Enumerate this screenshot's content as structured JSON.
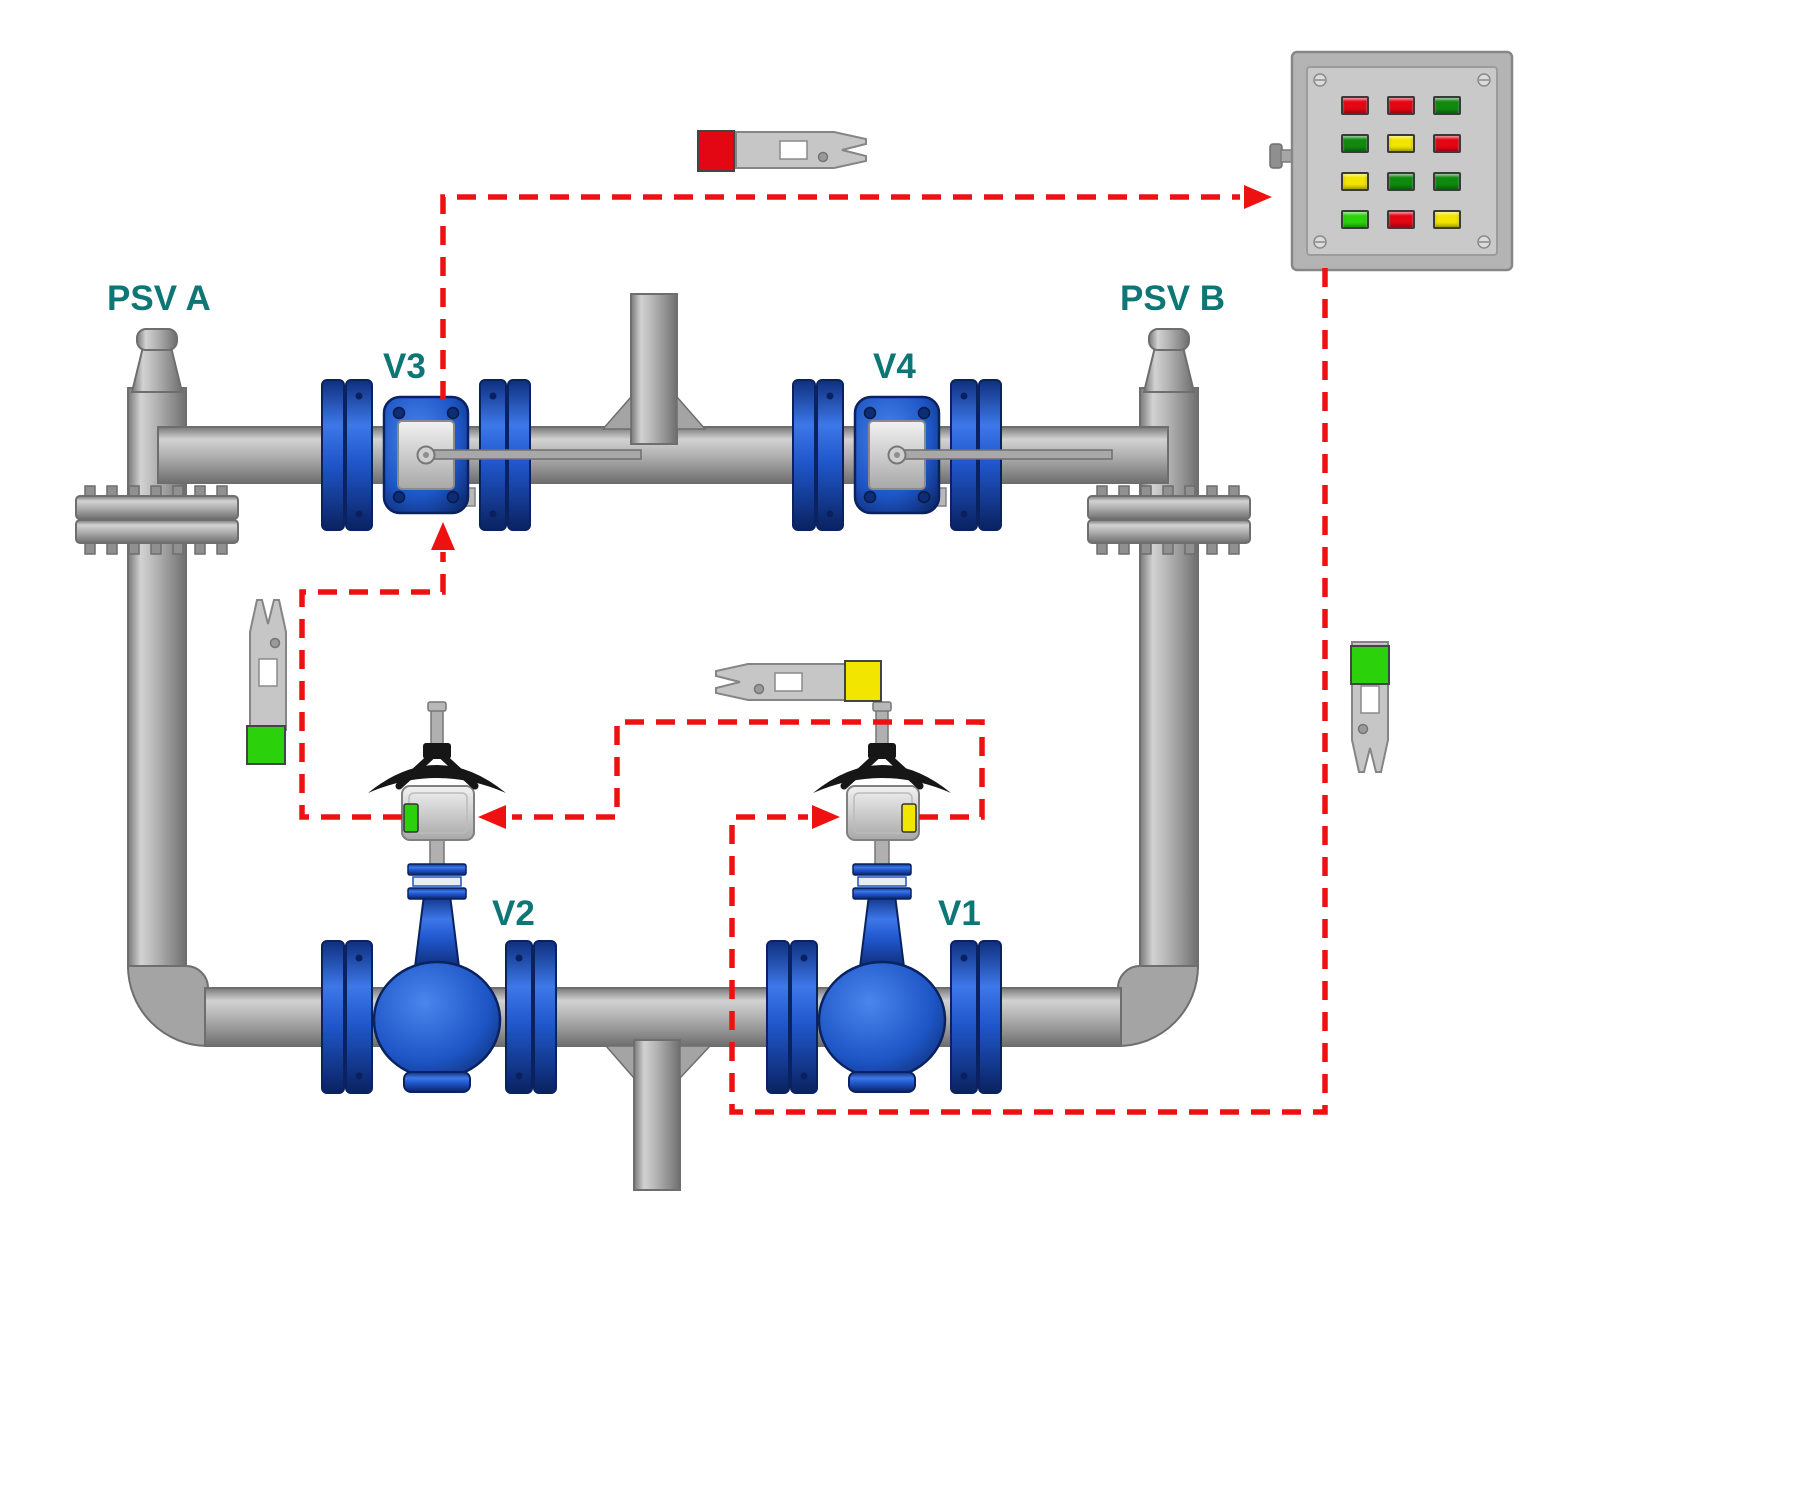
{
  "labels": {
    "psv_a": "PSV A",
    "psv_b": "PSV B",
    "v1": "V1",
    "v2": "V2",
    "v3": "V3",
    "v4": "V4"
  },
  "colors": {
    "pipe": "#a8a8a8",
    "pipe_edge": "#6e6e6e",
    "valve_blue": "#1d55c4",
    "valve_blue_dark": "#0a2260",
    "label_teal": "#0f7676",
    "interlock_red": "#ee1111",
    "panel_body": "#b4b4b4",
    "panel_face": "#c9c9c9",
    "lights": {
      "red": "#e30613",
      "green": "#2bd20b",
      "darkgreen": "#0f8a0f",
      "yellow": "#f2e500"
    }
  },
  "panel": {
    "lights": [
      [
        "red",
        "red",
        "darkgreen"
      ],
      [
        "darkgreen",
        "yellow",
        "red"
      ],
      [
        "yellow",
        "darkgreen",
        "darkgreen"
      ],
      [
        "green",
        "red",
        "yellow"
      ]
    ]
  },
  "keys": [
    {
      "id": "key-top",
      "indicator": "red",
      "hex": "#e30613"
    },
    {
      "id": "key-left",
      "indicator": "green",
      "hex": "#2bd20b"
    },
    {
      "id": "key-middle",
      "indicator": "yellow",
      "hex": "#f2e500"
    },
    {
      "id": "key-right",
      "indicator": "green",
      "hex": "#2bd20b"
    }
  ],
  "actuators": {
    "v1": {
      "indicator": "yellow",
      "hex": "#f2e500"
    },
    "v2": {
      "indicator": "green",
      "hex": "#2bd20b"
    }
  }
}
